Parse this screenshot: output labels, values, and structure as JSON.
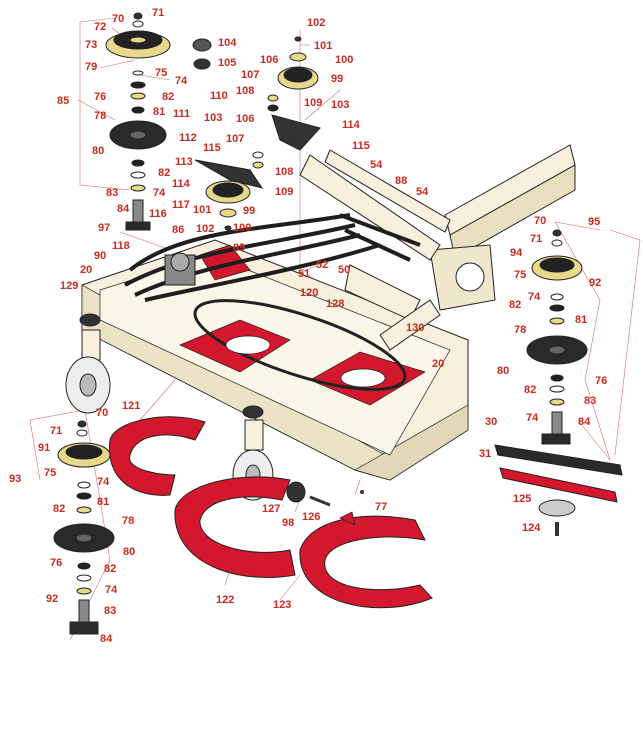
{
  "colors": {
    "callout": "#cc2a1f",
    "leader": "#d86a6a",
    "deck": "#f6f0dc",
    "red_part": "#d3182e",
    "dark_part": "#2a2a2a",
    "gold_part": "#e8d98a",
    "outline": "#222222"
  },
  "callouts": [
    {
      "id": "c70a",
      "text": "70"
    },
    {
      "id": "c71a",
      "text": "71"
    },
    {
      "id": "c72",
      "text": "72"
    },
    {
      "id": "c73",
      "text": "73"
    },
    {
      "id": "c79",
      "text": "79"
    },
    {
      "id": "c74a",
      "text": "74"
    },
    {
      "id": "c75a",
      "text": "75"
    },
    {
      "id": "c85",
      "text": "85"
    },
    {
      "id": "c76a",
      "text": "76"
    },
    {
      "id": "c82a",
      "text": "82"
    },
    {
      "id": "c78a",
      "text": "78"
    },
    {
      "id": "c81a",
      "text": "81"
    },
    {
      "id": "c111",
      "text": "111"
    },
    {
      "id": "c80a",
      "text": "80"
    },
    {
      "id": "c112",
      "text": "112"
    },
    {
      "id": "c113",
      "text": "113"
    },
    {
      "id": "c82b",
      "text": "82"
    },
    {
      "id": "c83a",
      "text": "83"
    },
    {
      "id": "c74b",
      "text": "74"
    },
    {
      "id": "c84a",
      "text": "84"
    },
    {
      "id": "c97",
      "text": "97"
    },
    {
      "id": "c104",
      "text": "104"
    },
    {
      "id": "c105",
      "text": "105"
    },
    {
      "id": "c102a",
      "text": "102"
    },
    {
      "id": "c101a",
      "text": "101"
    },
    {
      "id": "c106a",
      "text": "106"
    },
    {
      "id": "c100a",
      "text": "100"
    },
    {
      "id": "c107a",
      "text": "107"
    },
    {
      "id": "c99a",
      "text": "99"
    },
    {
      "id": "c108a",
      "text": "108"
    },
    {
      "id": "c110",
      "text": "110"
    },
    {
      "id": "c109a",
      "text": "109"
    },
    {
      "id": "c103a",
      "text": "103"
    },
    {
      "id": "c103b",
      "text": "103"
    },
    {
      "id": "c106b",
      "text": "106"
    },
    {
      "id": "c114a",
      "text": "114"
    },
    {
      "id": "c107b",
      "text": "107"
    },
    {
      "id": "c115a",
      "text": "115"
    },
    {
      "id": "c115b",
      "text": "115"
    },
    {
      "id": "c54a",
      "text": "54"
    },
    {
      "id": "c108b",
      "text": "108"
    },
    {
      "id": "c114b",
      "text": "114"
    },
    {
      "id": "c109b",
      "text": "109"
    },
    {
      "id": "c88",
      "text": "88"
    },
    {
      "id": "c54b",
      "text": "54"
    },
    {
      "id": "c116",
      "text": "116"
    },
    {
      "id": "c117",
      "text": "117"
    },
    {
      "id": "c101b",
      "text": "101"
    },
    {
      "id": "c99b",
      "text": "99"
    },
    {
      "id": "c86",
      "text": "86"
    },
    {
      "id": "c102b",
      "text": "102"
    },
    {
      "id": "c100b",
      "text": "100"
    },
    {
      "id": "c118",
      "text": "118"
    },
    {
      "id": "c89",
      "text": "89"
    },
    {
      "id": "c90",
      "text": "90"
    },
    {
      "id": "c20a",
      "text": "20"
    },
    {
      "id": "c51",
      "text": "51"
    },
    {
      "id": "c52",
      "text": "52"
    },
    {
      "id": "c50",
      "text": "50"
    },
    {
      "id": "c129",
      "text": "129"
    },
    {
      "id": "c120",
      "text": "120"
    },
    {
      "id": "c128",
      "text": "128"
    },
    {
      "id": "c130",
      "text": "130"
    },
    {
      "id": "c20b",
      "text": "20"
    },
    {
      "id": "c70b",
      "text": "70"
    },
    {
      "id": "c95",
      "text": "95"
    },
    {
      "id": "c71b",
      "text": "71"
    },
    {
      "id": "c94",
      "text": "94"
    },
    {
      "id": "c75b",
      "text": "75"
    },
    {
      "id": "c74c",
      "text": "74"
    },
    {
      "id": "c92a",
      "text": "92"
    },
    {
      "id": "c82c",
      "text": "82"
    },
    {
      "id": "c81b",
      "text": "81"
    },
    {
      "id": "c78b",
      "text": "78"
    },
    {
      "id": "c80b",
      "text": "80"
    },
    {
      "id": "c76b",
      "text": "76"
    },
    {
      "id": "c82d",
      "text": "82"
    },
    {
      "id": "c83b",
      "text": "83"
    },
    {
      "id": "c74d",
      "text": "74"
    },
    {
      "id": "c84b",
      "text": "84"
    },
    {
      "id": "c121",
      "text": "121"
    },
    {
      "id": "c70c",
      "text": "70"
    },
    {
      "id": "c71c",
      "text": "71"
    },
    {
      "id": "c91",
      "text": "91"
    },
    {
      "id": "c93",
      "text": "93"
    },
    {
      "id": "c75c",
      "text": "75"
    },
    {
      "id": "c74e",
      "text": "74"
    },
    {
      "id": "c81c",
      "text": "81"
    },
    {
      "id": "c82e",
      "text": "82"
    },
    {
      "id": "c78c",
      "text": "78"
    },
    {
      "id": "c80c",
      "text": "80"
    },
    {
      "id": "c76c",
      "text": "76"
    },
    {
      "id": "c82f",
      "text": "82"
    },
    {
      "id": "c74f",
      "text": "74"
    },
    {
      "id": "c92b",
      "text": "92"
    },
    {
      "id": "c83c",
      "text": "83"
    },
    {
      "id": "c84c",
      "text": "84"
    },
    {
      "id": "c30",
      "text": "30"
    },
    {
      "id": "c31",
      "text": "31"
    },
    {
      "id": "c125",
      "text": "125"
    },
    {
      "id": "c124",
      "text": "124"
    },
    {
      "id": "c127",
      "text": "127"
    },
    {
      "id": "c98",
      "text": "98"
    },
    {
      "id": "c126",
      "text": "126"
    },
    {
      "id": "c77",
      "text": "77"
    },
    {
      "id": "c122",
      "text": "122"
    },
    {
      "id": "c123",
      "text": "123"
    }
  ]
}
